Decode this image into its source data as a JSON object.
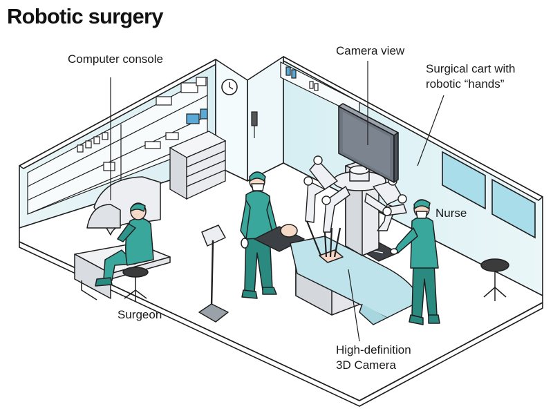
{
  "title": "Robotic surgery",
  "labels": {
    "computer_console": "Computer console",
    "camera_view": "Camera view",
    "surgical_cart_line1": "Surgical cart with",
    "surgical_cart_line2": "robotic “hands”",
    "nurse": "Nurse",
    "surgeon": "Surgeon",
    "hd_camera_line1": "High-definition",
    "hd_camera_line2": "3D Camera"
  },
  "colors": {
    "scrubs": "#3aa79c",
    "scrubs_dark": "#2a8a80",
    "wall_tint": "#e6f4f6",
    "floor": "#ffffff",
    "equipment": "#e8eaed",
    "screen": "#6d7680",
    "window": "#a9ddea",
    "outline": "#1f1f1f"
  }
}
